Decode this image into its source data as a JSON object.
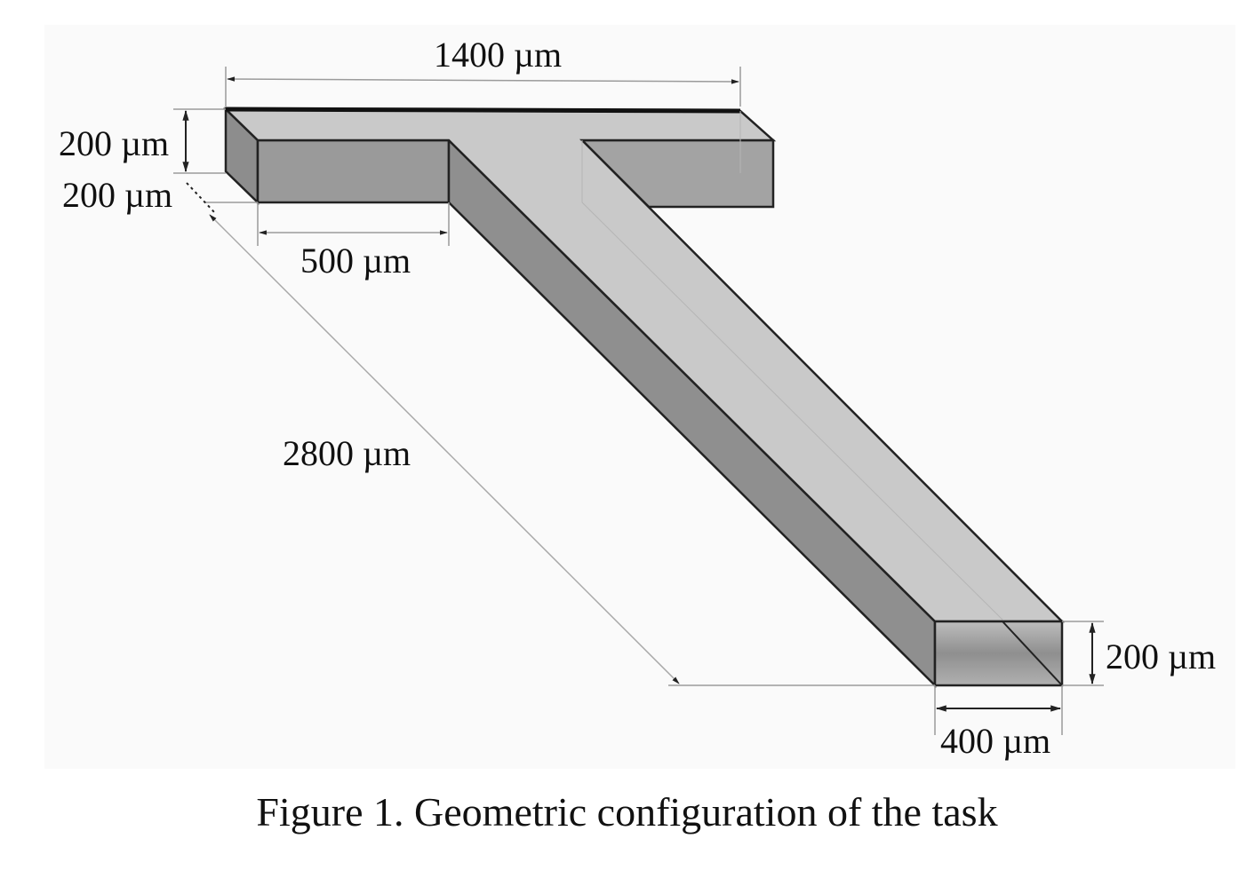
{
  "figure": {
    "caption": "Figure 1. Geometric configuration of the task",
    "dimensions": {
      "top_length": "1400 µm",
      "left_height": "200 µm",
      "left_depth": "200 µm",
      "arm_length": "500 µm",
      "stem_length": "2800 µm",
      "outlet_height": "200 µm",
      "outlet_width": "400 µm"
    },
    "colors": {
      "top_face": "#c8c8c8",
      "front_face": "#9a9a9a",
      "outline": "#222222",
      "dimension_line": "#9b9b9b"
    }
  }
}
